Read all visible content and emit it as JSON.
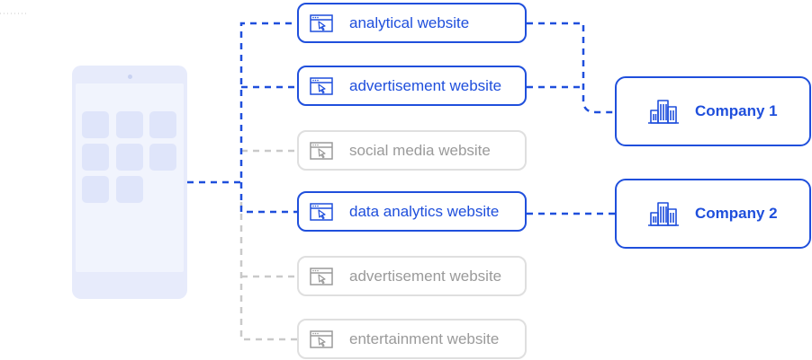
{
  "websites": [
    {
      "label": "analytical website",
      "active": true
    },
    {
      "label": "advertisement website",
      "active": true
    },
    {
      "label": "social media website",
      "active": false
    },
    {
      "label": "data analytics website",
      "active": true
    },
    {
      "label": "advertisement website",
      "active": false
    },
    {
      "label": "entertainment website",
      "active": false
    }
  ],
  "companies": [
    {
      "label": "Company 1"
    },
    {
      "label": "Company 2"
    }
  ],
  "colors": {
    "active": "#1f4fdc",
    "inactive_border": "#dfdfdf",
    "inactive_text": "#9a9a9a",
    "phone": "#e7ebfb"
  },
  "icons": {
    "website": "browser-cursor-icon",
    "company": "office-building-icon"
  }
}
